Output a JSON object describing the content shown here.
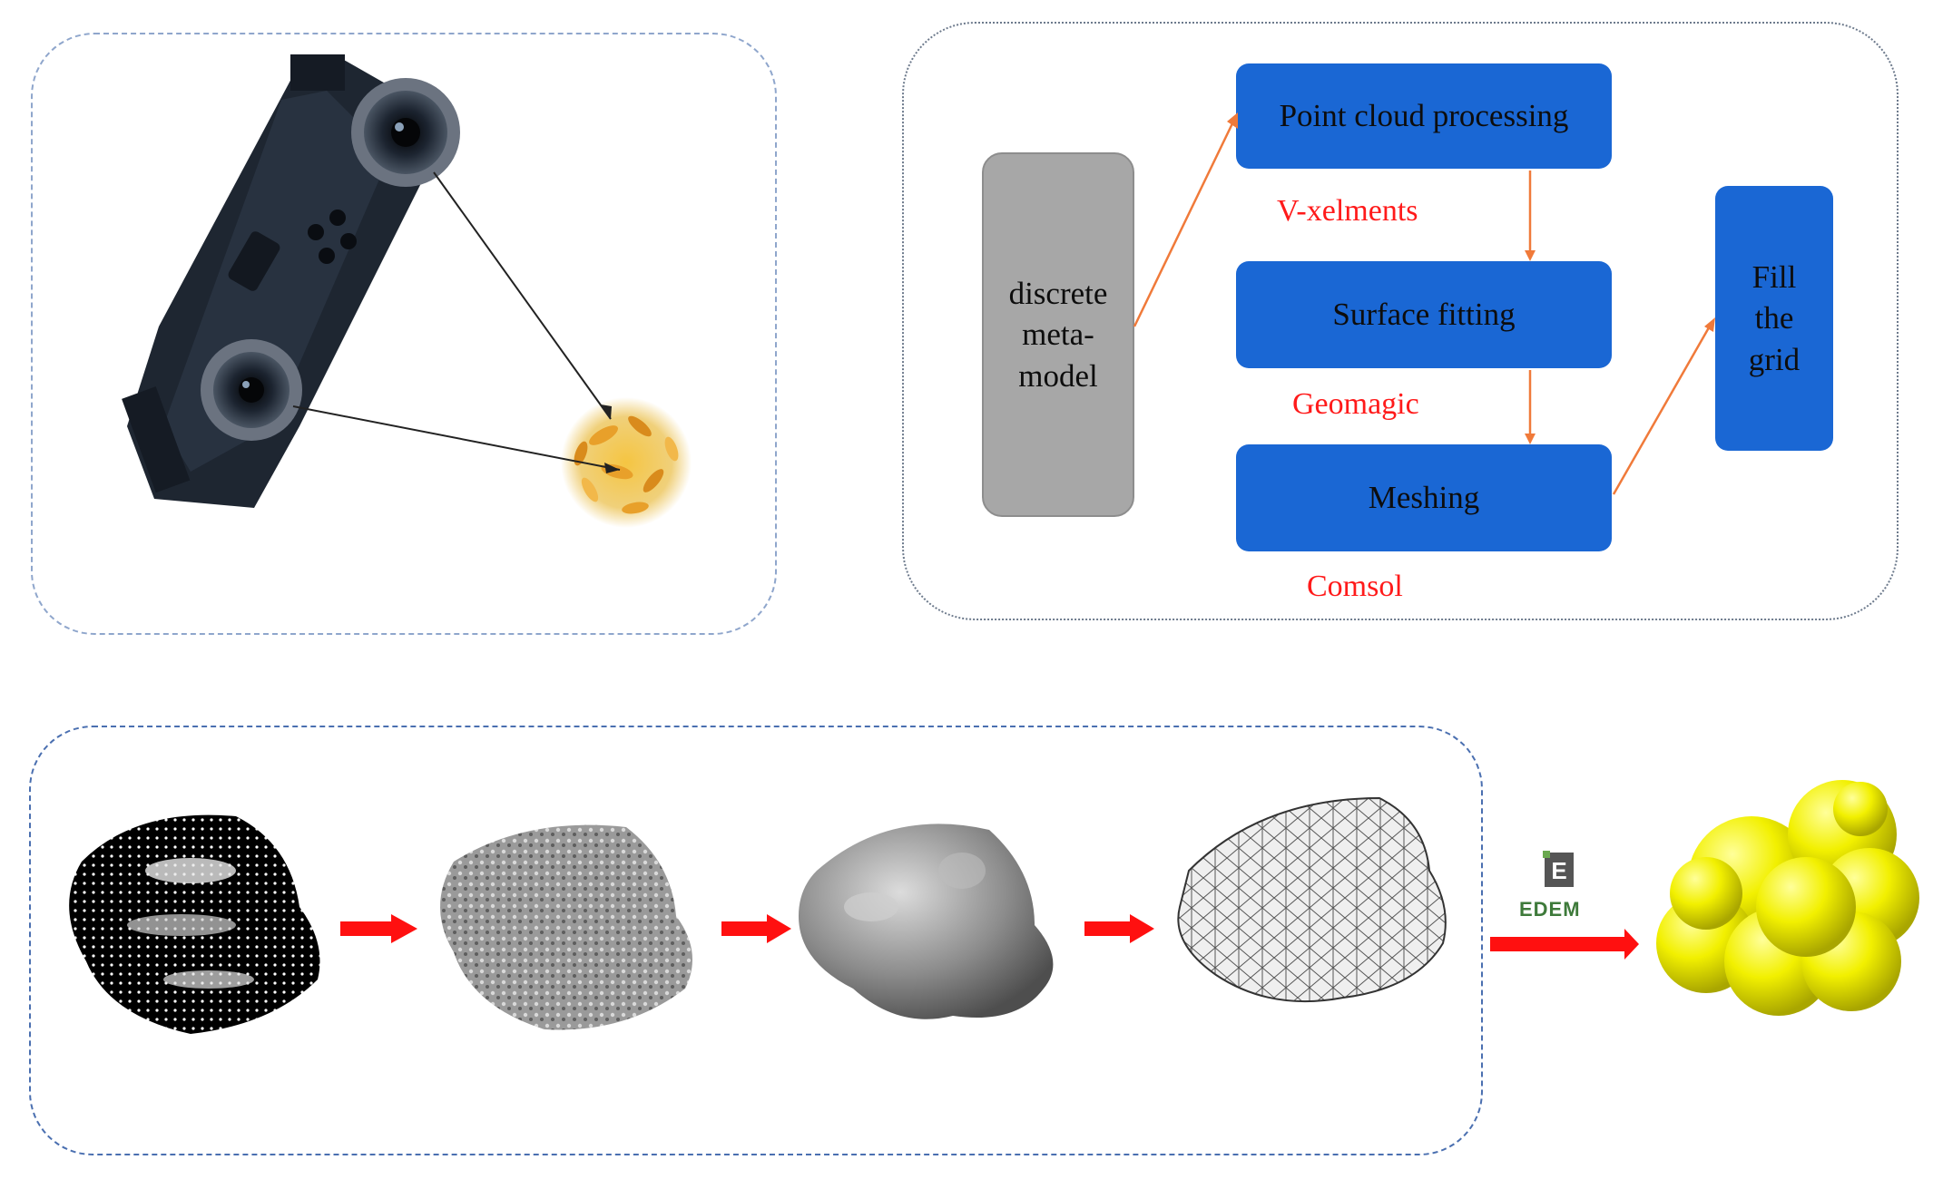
{
  "flowchart": {
    "source_box": "discrete meta-model",
    "step1": "Point cloud processing",
    "step2": "Surface fitting",
    "step3": "Meshing",
    "result_box": "Fill the grid",
    "tool1": "V-xelments",
    "tool2": "Geomagic",
    "tool3": "Comsol"
  },
  "pipeline": {
    "software_label": "EDEM",
    "software_icon": "edem-logo-icon"
  },
  "colors": {
    "box_blue": "#1a67d4",
    "box_gray": "#a7a7a7",
    "tool_text": "#ff1a1a",
    "flow_arrow": "#f07a3a",
    "pipeline_arrow": "#ff1010",
    "particle_yellow": "#f2f000"
  }
}
